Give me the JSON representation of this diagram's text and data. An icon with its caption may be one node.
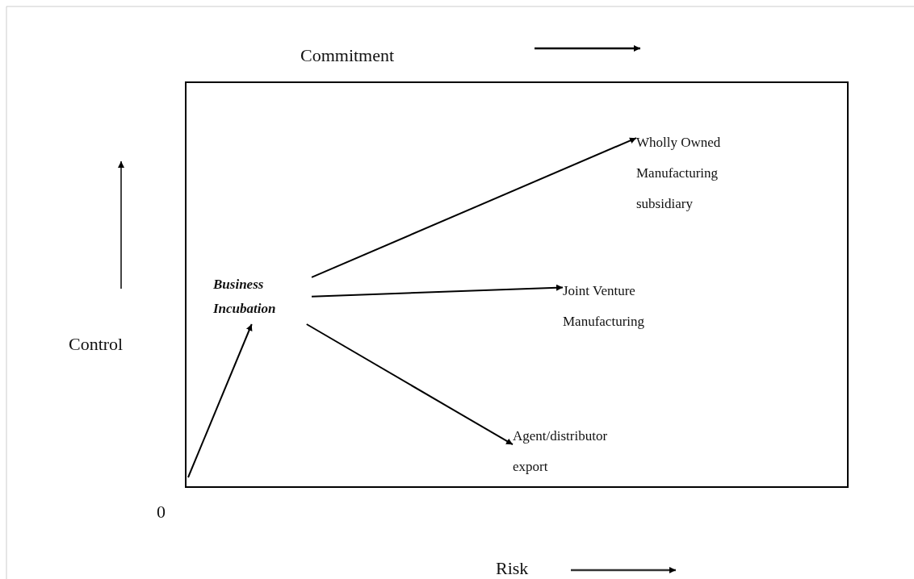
{
  "diagram": {
    "nodes": [
      {
        "text": [
          "Business Incubation"
        ]
      },
      {
        "text": [
          "Wholly Owned Manufacturing subsidiary"
        ]
      },
      {
        "text": [
          "Joint Venture Manufacturing"
        ]
      },
      {
        "text": [
          "Agent/distributor export"
        ]
      }
    ],
    "edges": [
      {
        "from": null,
        "to": 0,
        "arrow": "to"
      },
      {
        "from": 0,
        "to": 1,
        "arrow": "to"
      },
      {
        "from": 0,
        "to": 2,
        "arrow": "to"
      },
      {
        "from": 0,
        "to": 3,
        "arrow": "to"
      }
    ],
    "labels": [
      "Commitment",
      "Control",
      "0",
      "Risk"
    ]
  }
}
